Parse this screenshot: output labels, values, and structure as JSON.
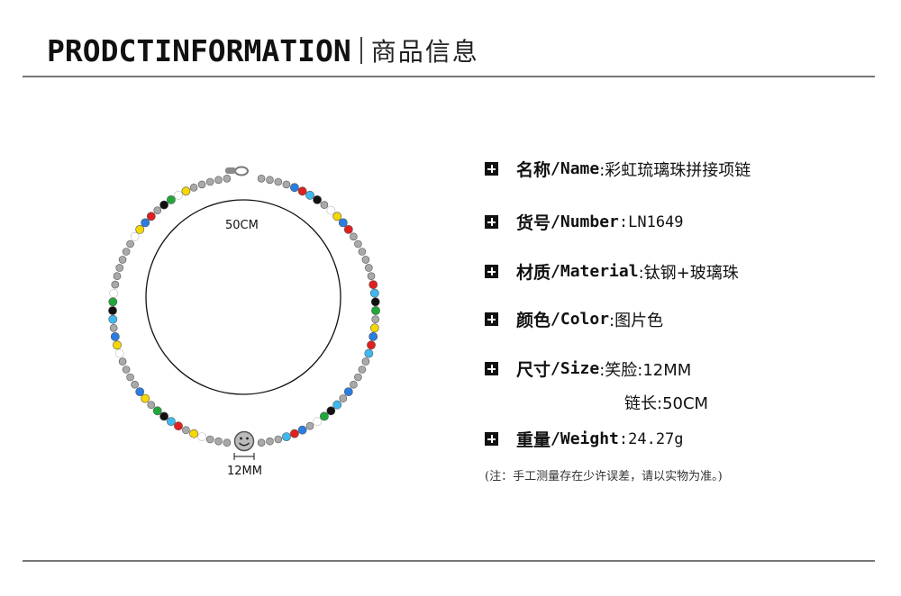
{
  "header": {
    "title_en": "PRODCTINFORMATION",
    "title_cn": "商品信息"
  },
  "product": {
    "circle_label": "50CM",
    "pendant_label": "12MM"
  },
  "specs": [
    {
      "label_cn": "名称",
      "label_en": "/Name",
      "value": ":彩虹琉璃珠拼接项链"
    },
    {
      "label_cn": "货号",
      "label_en": "/Number",
      "value": ":LN1649"
    },
    {
      "label_cn": "材质",
      "label_en": "/Material",
      "value": ":钛钢+玻璃珠"
    },
    {
      "label_cn": "颜色",
      "label_en": "/Color",
      "value": ":图片色"
    },
    {
      "label_cn": "尺寸",
      "label_en": "/Size",
      "value": ":笑脸:12MM",
      "sub_value": "链长:50CM"
    },
    {
      "label_cn": "重量",
      "label_en": "/Weight",
      "value": ":24.27g"
    }
  ],
  "note": "(注：手工测量存在少许误差，请以实物为准。)",
  "colors": {
    "bead_red": "#e02020",
    "bead_yellow": "#f5d800",
    "bead_green": "#1fa83a",
    "bead_blue": "#2a7de1",
    "bead_light_blue": "#3fb8ef",
    "bead_black": "#111111",
    "bead_white": "#ffffff",
    "bead_steel": "#a9a9a9"
  }
}
